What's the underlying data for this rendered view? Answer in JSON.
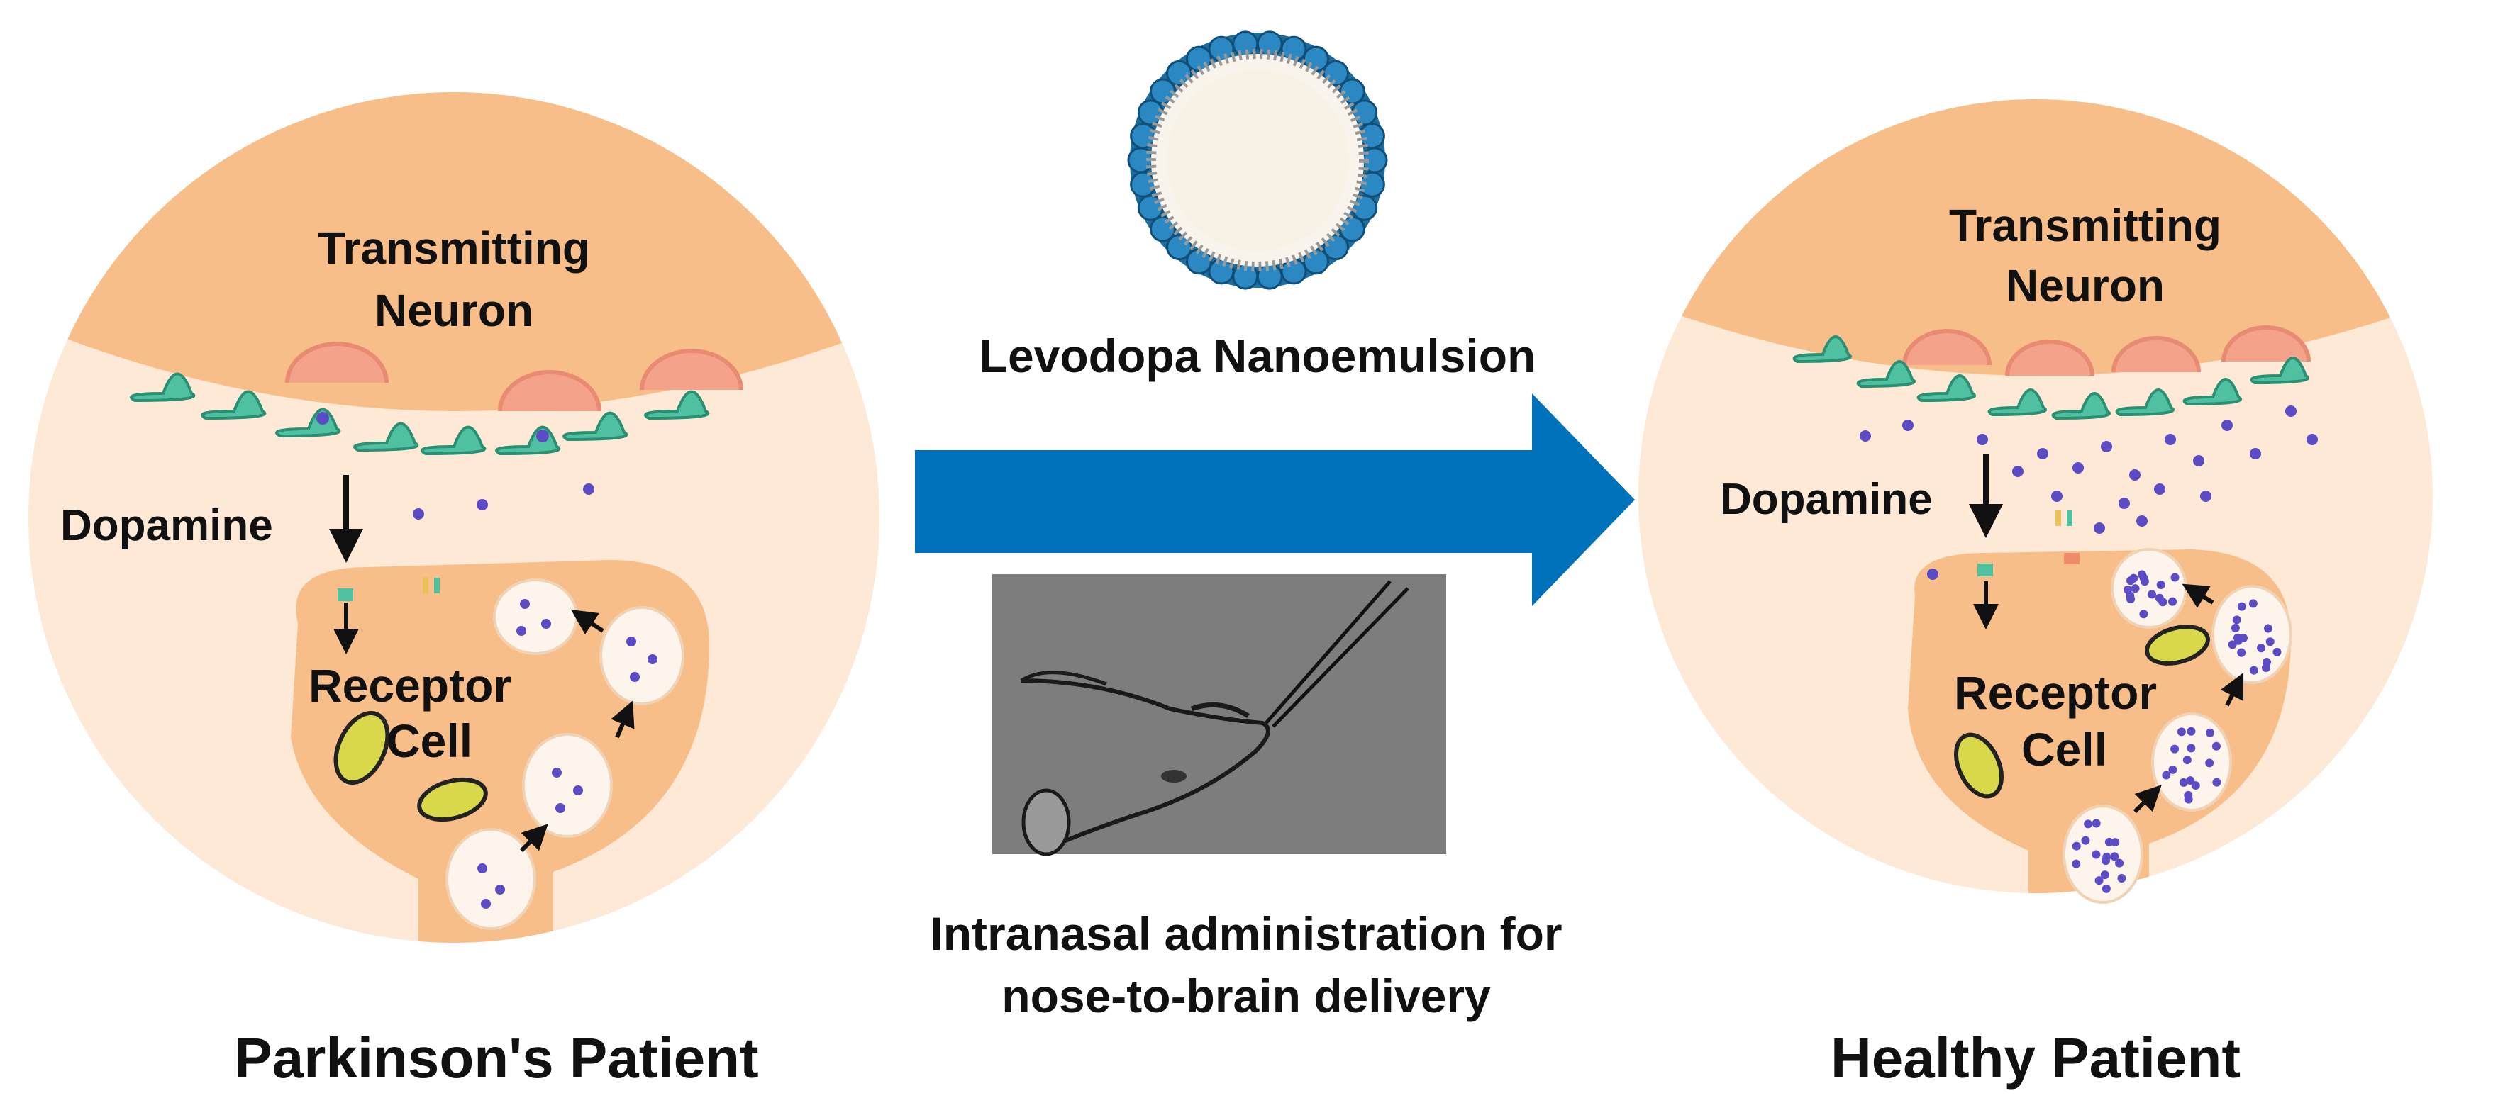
{
  "left_panel": {
    "neuron_label_line1": "Transmitting",
    "neuron_label_line2": "Neuron",
    "dopamine_label": "Dopamine",
    "receptor_label_line1": "Receptor",
    "receptor_label_line2": "Cell",
    "caption": "Parkinson's Patient"
  },
  "center": {
    "nanoemulsion_label": "Levodopa Nanoemulsion",
    "admin_line1": "Intranasal administration for",
    "admin_line2": "nose-to-brain delivery"
  },
  "right_panel": {
    "neuron_label_line1": "Transmitting",
    "neuron_label_line2": "Neuron",
    "dopamine_label": "Dopamine",
    "receptor_label_line1": "Receptor",
    "receptor_label_line2": "Cell",
    "caption": "Healthy Patient"
  },
  "colors": {
    "neuron": "#f8be8a",
    "synapse_bg": "#fde9d6",
    "receptor": "#f8be8a",
    "vesicle": "#fdf5ec",
    "dopamine": "#5b4bc4",
    "transporter": "#4fc0a0",
    "arrow": "#0071bb",
    "nanoshell": "#1c6d9e",
    "photo_bg": "#7d7d7d"
  }
}
